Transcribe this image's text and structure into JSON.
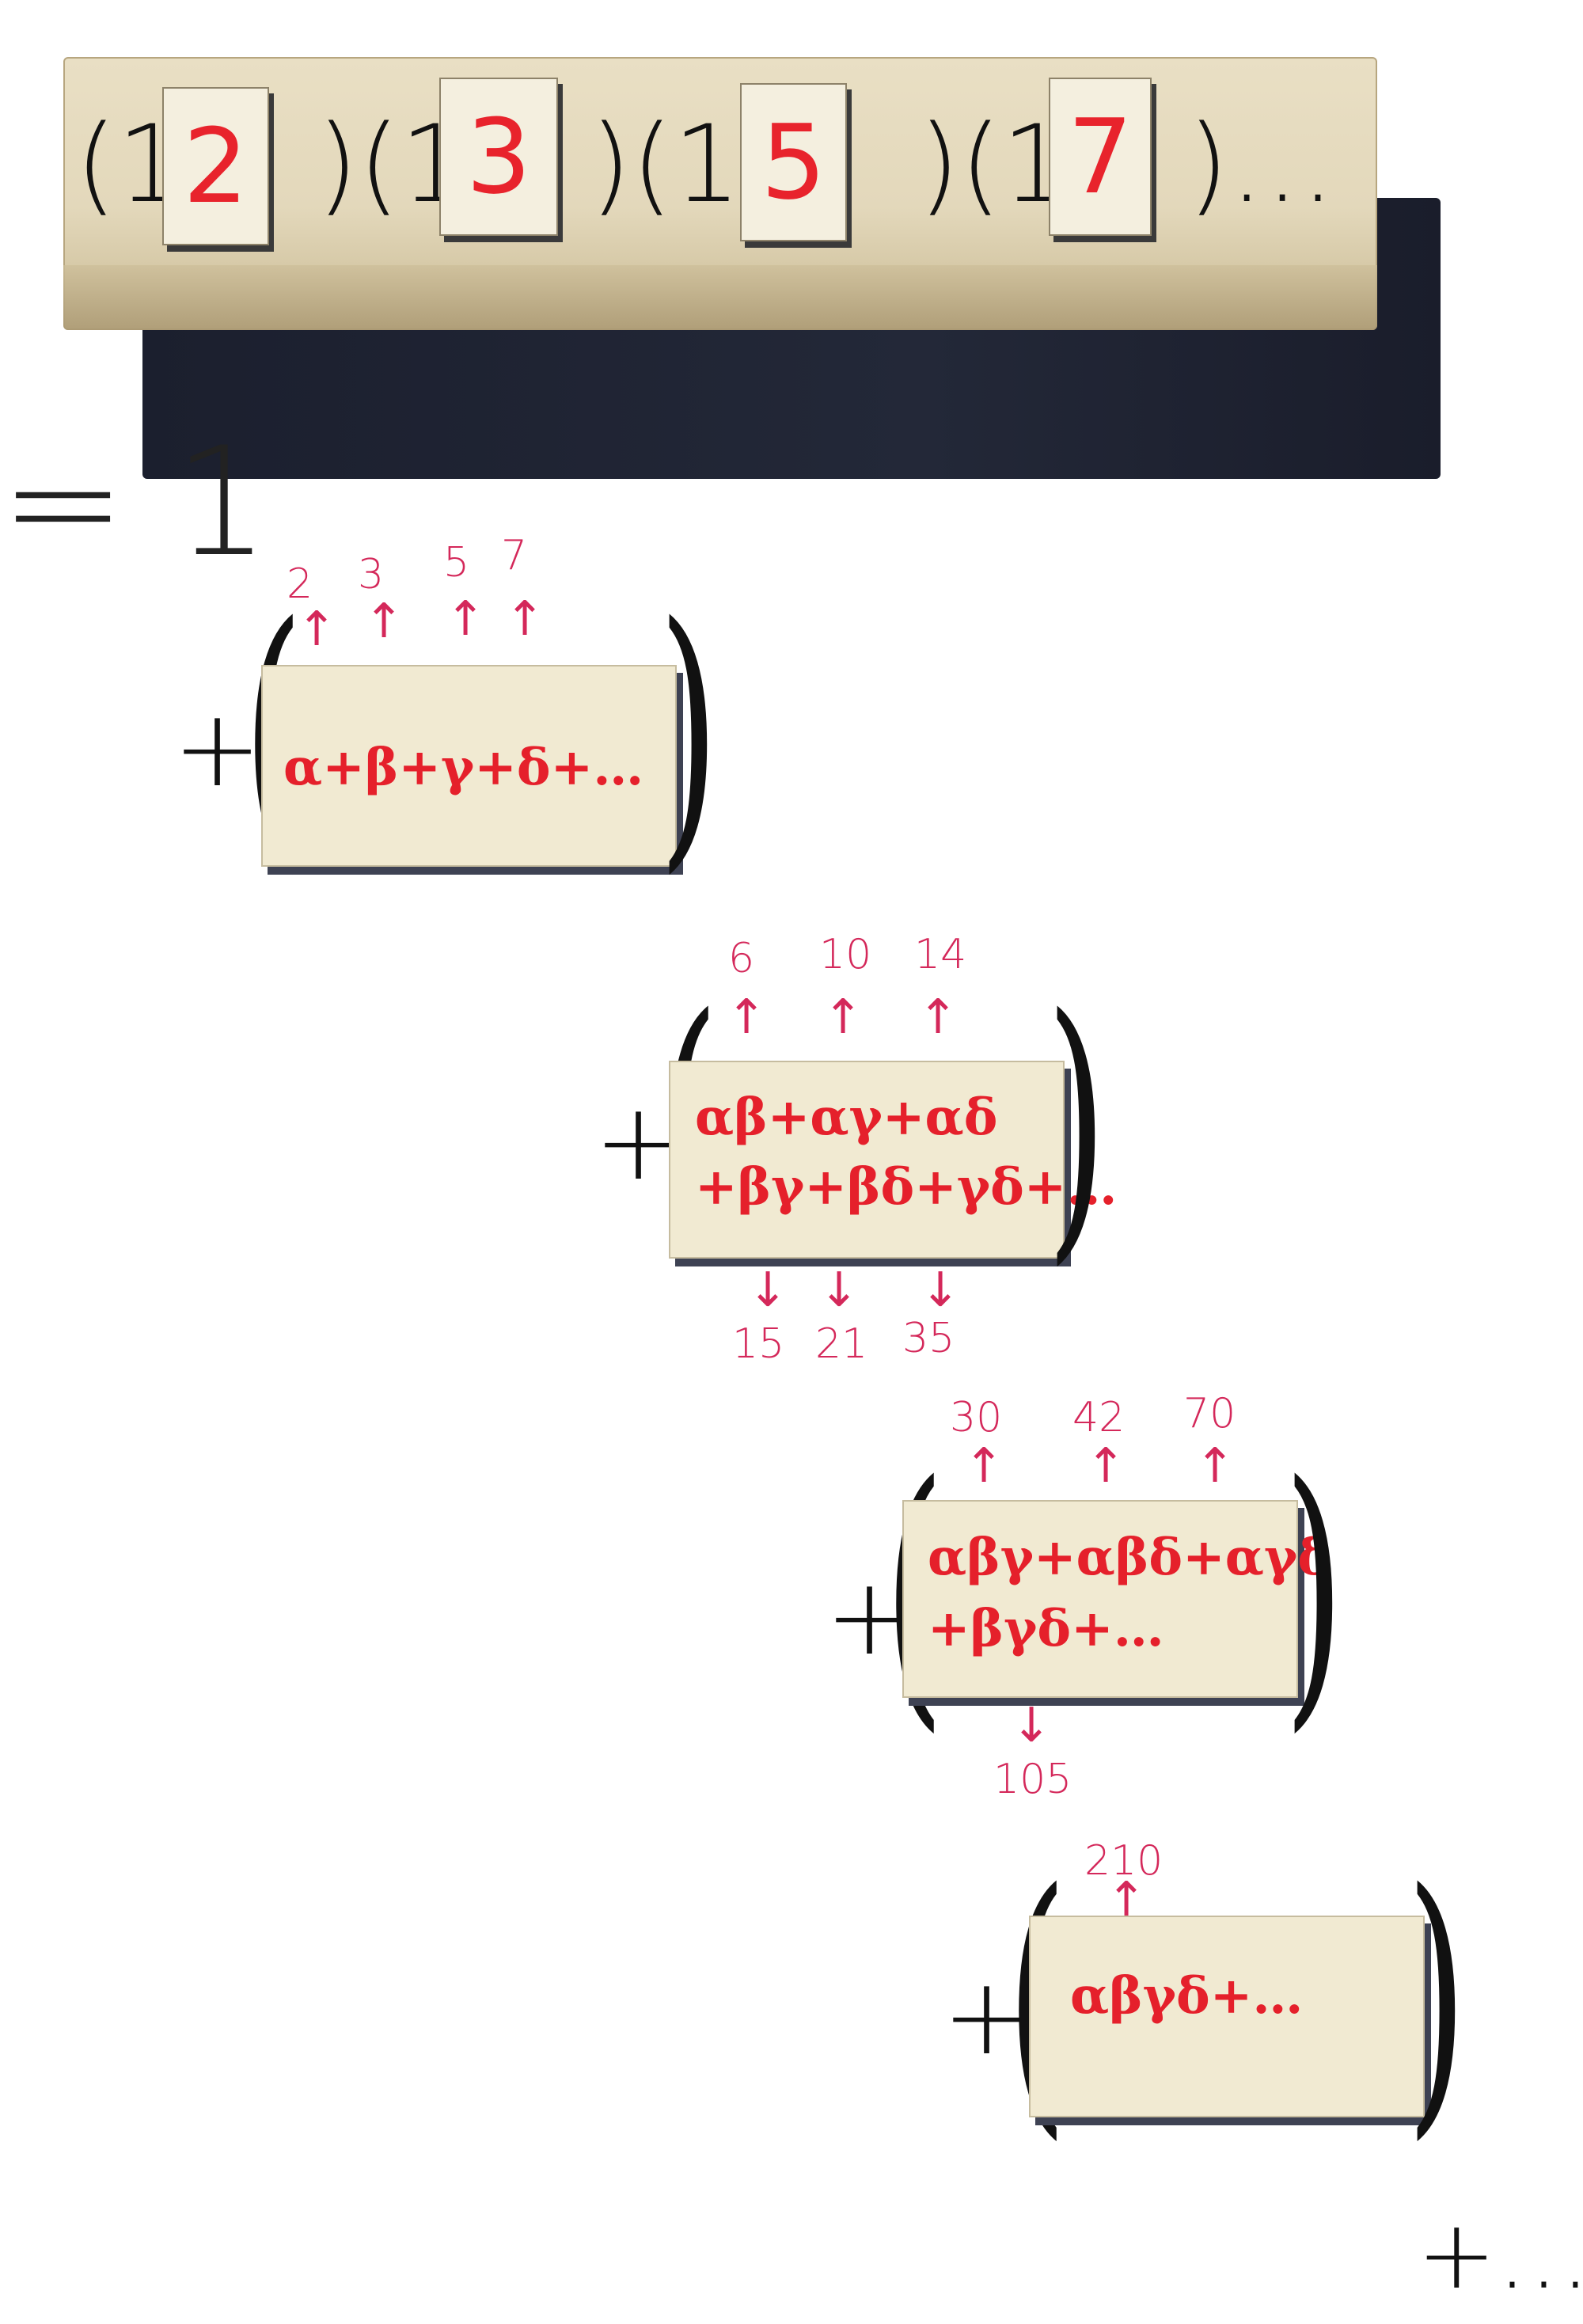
{
  "stick": {
    "segments": [
      "(1+",
      ")(1+",
      ")(1+",
      ")(1+",
      ")…"
    ],
    "tiles": [
      "2",
      "3",
      "5",
      "7"
    ]
  },
  "first_term": "= 1",
  "groups": [
    {
      "plus": "+",
      "lines": [
        "α+β+γ+δ+…"
      ],
      "top_numbers": [
        "2",
        "3",
        "5",
        "7"
      ],
      "bottom_numbers": []
    },
    {
      "plus": "+",
      "lines": [
        "αβ+αγ+αδ",
        "+βγ+βδ+γδ+…"
      ],
      "top_numbers": [
        "6",
        "10",
        "14"
      ],
      "bottom_numbers": [
        "15",
        "21",
        "35"
      ]
    },
    {
      "plus": "+",
      "lines": [
        "αβγ+αβδ+αγδ",
        "+βγδ+…"
      ],
      "top_numbers": [
        "30",
        "42",
        "70"
      ],
      "bottom_numbers": [
        "105"
      ]
    },
    {
      "plus": "+",
      "lines": [
        "αβγδ+…"
      ],
      "top_numbers": [
        "210"
      ],
      "bottom_numbers": []
    }
  ],
  "tail": "+…",
  "arrow_up": "↑",
  "arrow_down": "↓"
}
